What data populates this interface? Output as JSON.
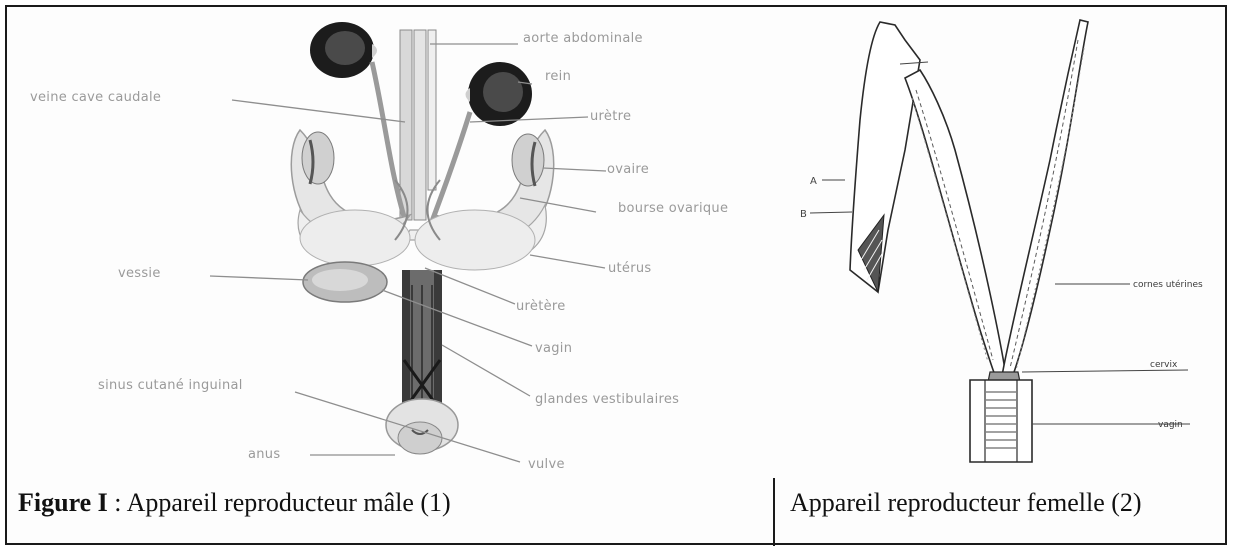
{
  "figure1": {
    "labels": {
      "aorte": "aorte abdominale",
      "rein": "rein",
      "veine_cave": "veine cave caudale",
      "uretre_top": "urètre",
      "ovaire": "ovaire",
      "bourse": "bourse ovarique",
      "uterus": "utérus",
      "vessie": "vessie",
      "uretere": "urètère",
      "vagin": "vagin",
      "sinus": "sinus cutané inguinal",
      "glandes": "glandes vestibulaires",
      "anus": "anus",
      "vulve": "vulve"
    },
    "caption_bold": "Figure I",
    "caption_rest": " : Appareil reproducteur mâle (1)"
  },
  "figure2": {
    "labels": {
      "letter_a": "A",
      "letter_b": "B",
      "cornes": "cornes utérines",
      "cervix": "cervix",
      "vagin": "vagin"
    },
    "caption": "Appareil reproducteur femelle (2)"
  }
}
